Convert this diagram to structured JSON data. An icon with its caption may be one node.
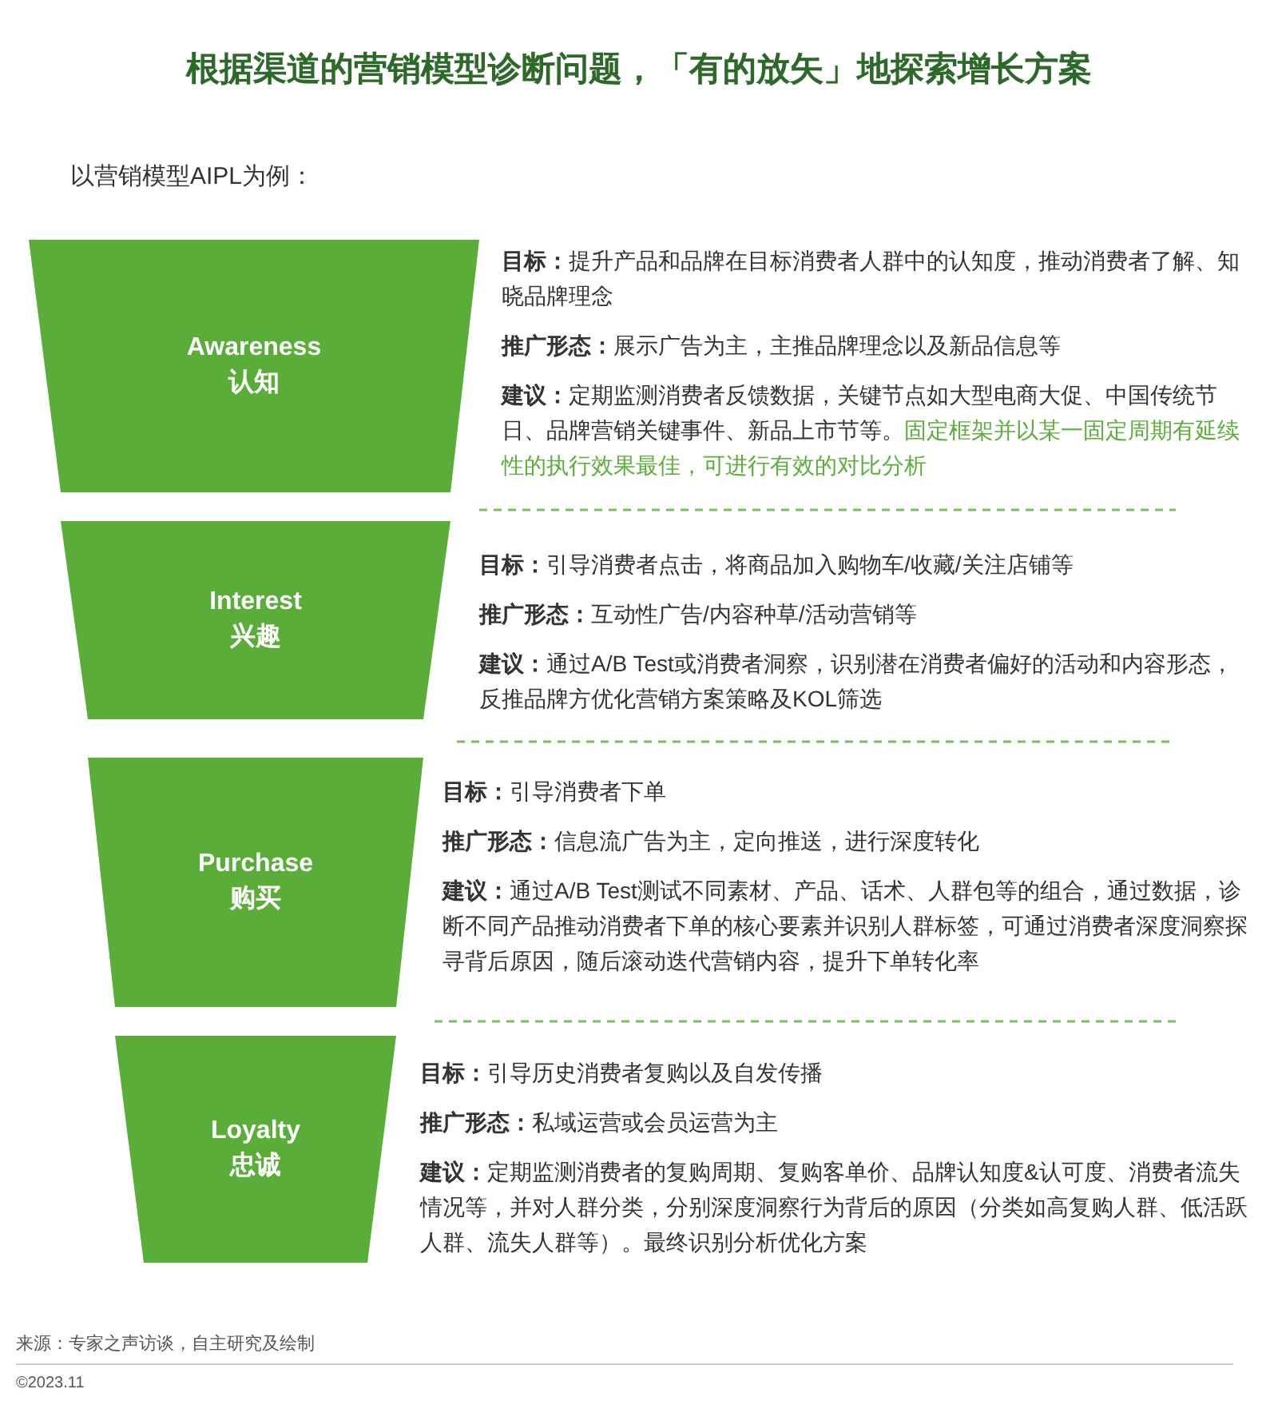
{
  "diagram": {
    "title": "根据渠道的营销模型诊断问题，「有的放矢」地探索增长方案",
    "nodes": [
      {
        "text": [
          "Awareness",
          "认知"
        ]
      },
      {
        "text": [
          "Interest",
          "兴趣"
        ]
      },
      {
        "text": [
          "Purchase",
          "购买"
        ]
      },
      {
        "text": [
          "Loyalty",
          "忠诚"
        ]
      }
    ],
    "edges": [],
    "labels": [
      "以营销模型AIPL为例：",
      "**目标：**提升产品和品牌在目标消费者人群中的认知度，推动消费者了解、知晓品牌理念",
      "**推广形态：**展示广告为主，主推品牌理念以及新品信息等",
      "**建议：**定期监测消费者反馈数据，关键节点如大型电商大促、中国传统节日、品牌营销关键事件、新品上市节等。*固定框架并以某一固定周期有延续性的执行效果最佳，可进行有效的对比分析*",
      "**目标：**引导消费者点击，将商品加入购物车/收藏/关注店铺等",
      "**推广形态：**互动性广告/内容种草/活动营销等",
      "**建议：**通过A/B Test或消费者洞察，识别潜在消费者偏好的活动和内容形态，反推品牌方优化营销方案策略及KOL筛选",
      "**目标：**引导消费者下单",
      "**推广形态：**信息流广告为主，定向推送，进行深度转化",
      "**建议：**通过A/B Test测试不同素材、产品、话术、人群包等的组合，通过数据，诊断不同产品推动消费者下单的核心要素并识别人群标签，可通过消费者深度洞察探寻背后原因，随后滚动迭代营销内容，提升下单转化率",
      "**目标：**引导历史消费者复购以及自发传播",
      "**推广形态：**私域运营或会员运营为主",
      "**建议：**定期监测消费者的复购周期、复购客单价、品牌认知度&认可度、消费者流失情况等，并对人群分类，分别深度洞察行为背后的原因（分类如高复购人群、低活跃人群、流失人群等）。最终识别分析优化方案",
      "来源：专家之声访谈，自主研究及绘制",
      "©2023.11"
    ]
  }
}
